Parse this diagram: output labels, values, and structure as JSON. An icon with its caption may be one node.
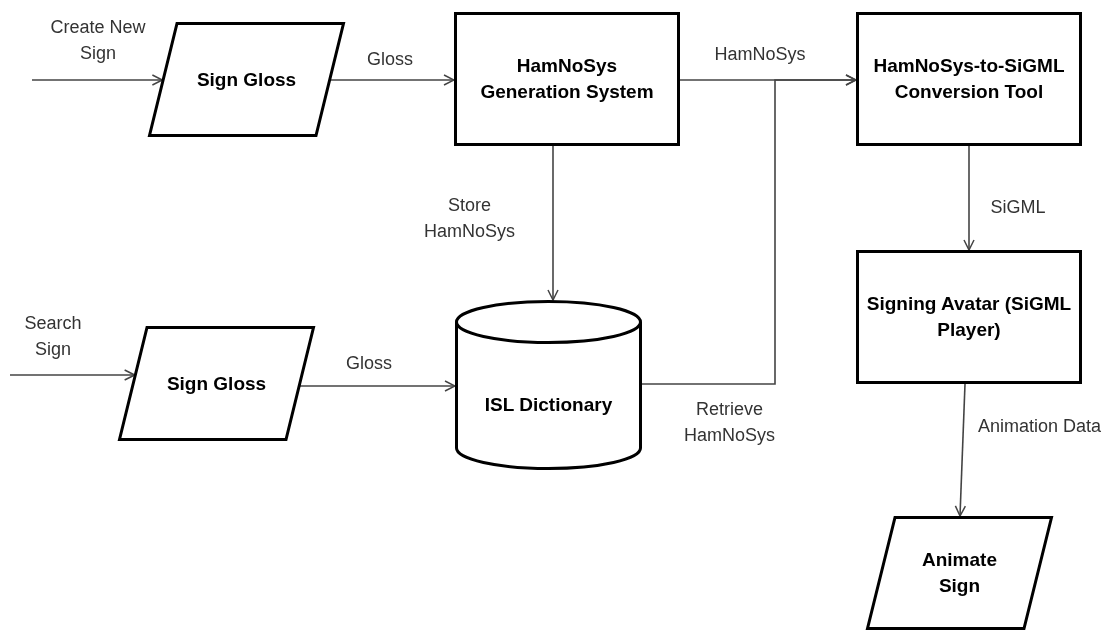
{
  "diagram": {
    "nodes": [
      {
        "text": [
          "Sign Gloss"
        ]
      },
      {
        "text": [
          "HamNoSys Generation System"
        ]
      },
      {
        "text": [
          "HamNoSys-to-SiGML Conversion Tool"
        ]
      },
      {
        "text": [
          "Signing Avatar (SiGML Player)"
        ]
      },
      {
        "text": [
          "Sign Gloss"
        ]
      },
      {
        "text": [
          "ISL Dictionary"
        ]
      },
      {
        "text": [
          "Animate Sign"
        ]
      }
    ],
    "edges": [
      {
        "from": null,
        "to": 0,
        "arrow": "to",
        "label": "Create New Sign"
      },
      {
        "from": 0,
        "to": 1,
        "arrow": "to",
        "label": "Gloss"
      },
      {
        "from": 1,
        "to": 5,
        "arrow": "to",
        "label": "Store HamNoSys"
      },
      {
        "from": 1,
        "to": 2,
        "arrow": "to",
        "label": "HamNoSys"
      },
      {
        "from": null,
        "to": 4,
        "arrow": "to",
        "label": "Search Sign"
      },
      {
        "from": 4,
        "to": 5,
        "arrow": "to",
        "label": "Gloss"
      },
      {
        "from": 5,
        "to": 2,
        "arrow": "to",
        "label": "Retrieve HamNoSys"
      },
      {
        "from": 2,
        "to": 3,
        "arrow": "to",
        "label": "SiGML"
      },
      {
        "from": 3,
        "to": 6,
        "arrow": "to",
        "label": "Animation Data"
      }
    ]
  }
}
